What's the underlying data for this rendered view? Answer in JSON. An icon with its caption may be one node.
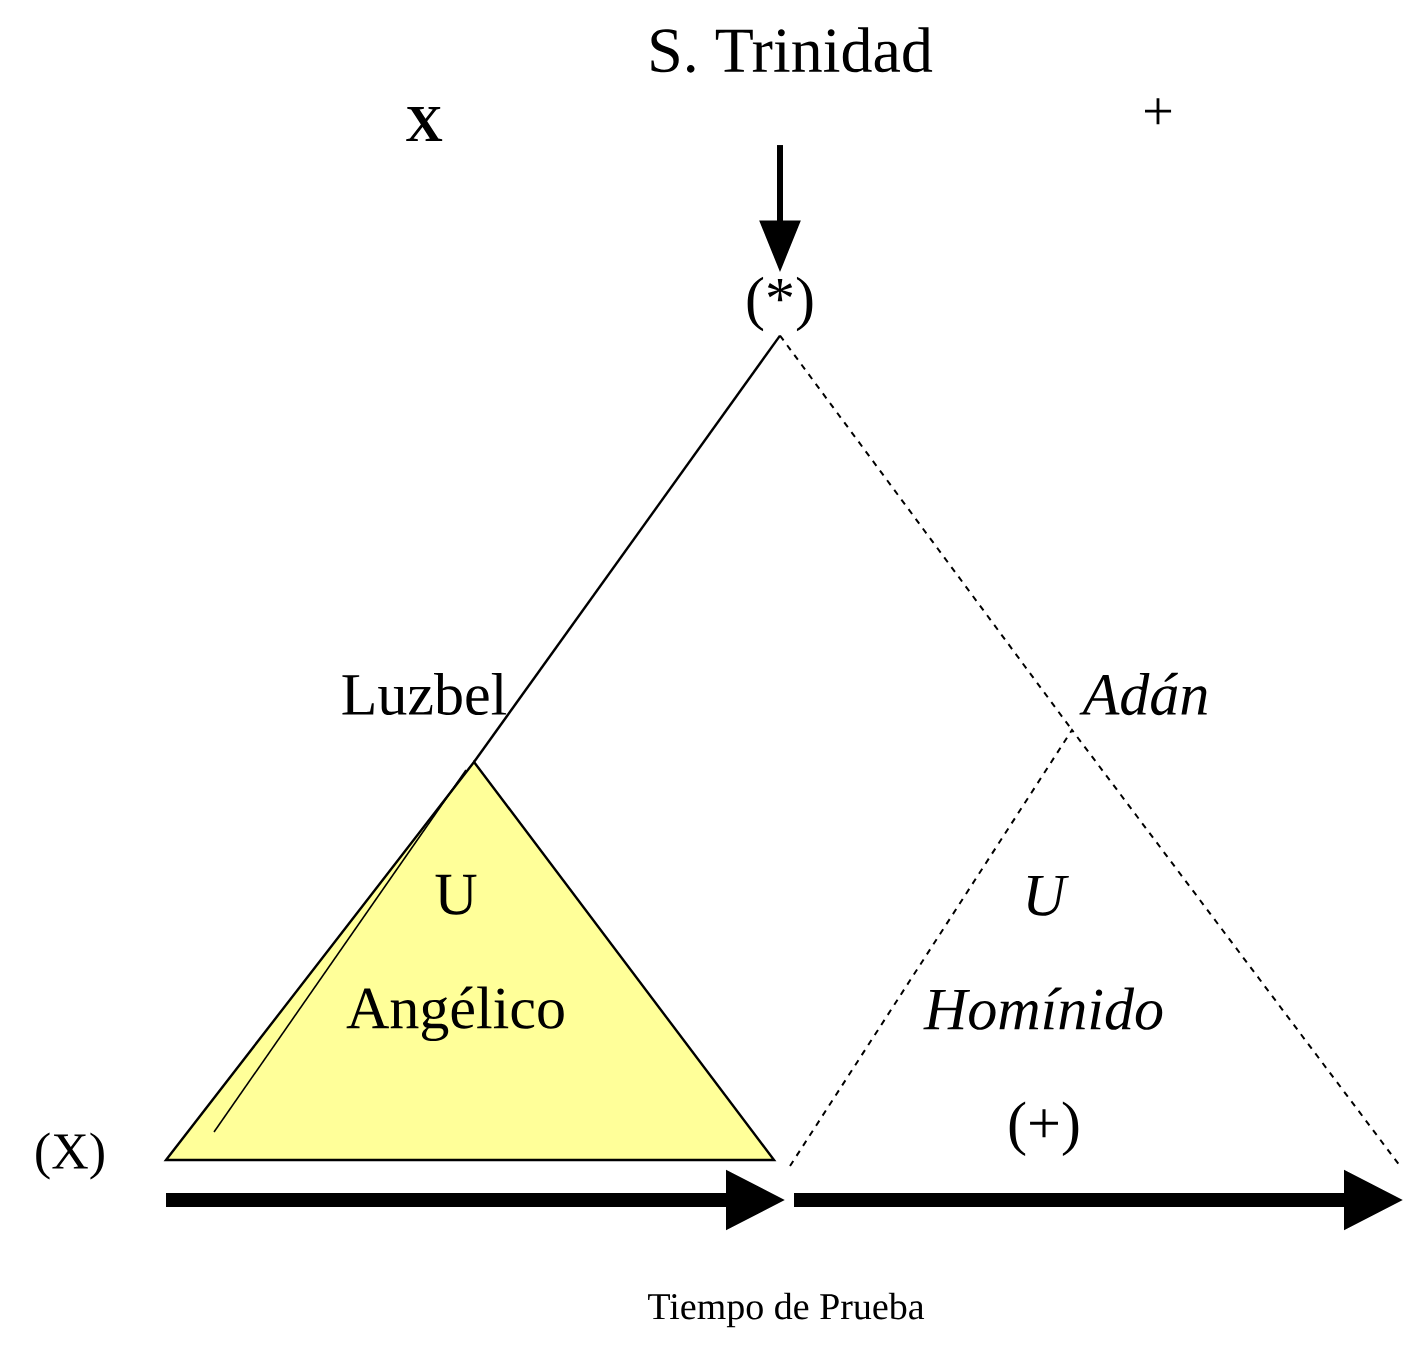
{
  "diagram": {
    "nodes": [
      {
        "text": [
          "S. Trinidad"
        ]
      },
      {
        "text": [
          "(*)"
        ]
      },
      {
        "text": [
          "U",
          "Angélico"
        ],
        "beside": [
          "Luzbel"
        ]
      },
      {
        "text": [
          "U",
          "Homínido",
          "(+)"
        ],
        "beside": [
          "Adán"
        ]
      }
    ],
    "edges": [
      {
        "from": 0,
        "to": 1,
        "arrow": "to",
        "style": "thick"
      },
      {
        "from": 1,
        "to": 2,
        "arrow": "none"
      },
      {
        "from": 1,
        "to": 3,
        "arrow": "none",
        "style": "dashed"
      }
    ],
    "labels": [
      "X",
      "+",
      "(X)",
      "Tiempo de Prueba"
    ]
  }
}
